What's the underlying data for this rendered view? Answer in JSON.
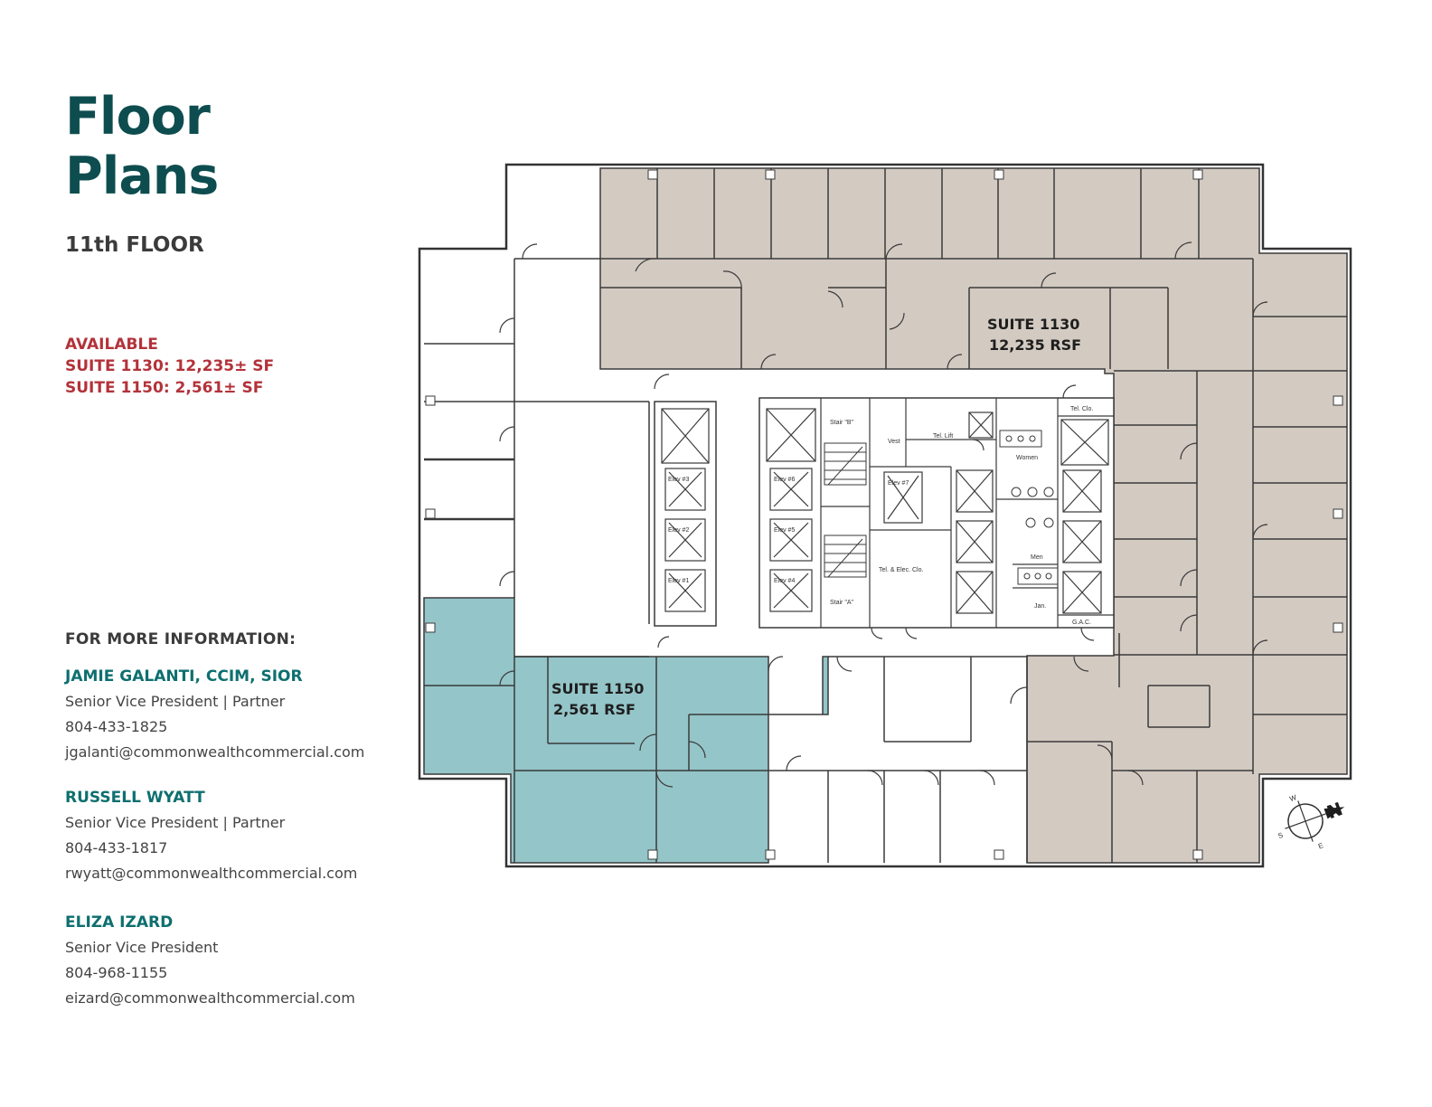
{
  "title_line1": "Floor",
  "title_line2": "Plans",
  "floor_label": "11th FLOOR",
  "availability": {
    "heading": "AVAILABLE",
    "items": [
      "SUITE 1130: 12,235± SF",
      "SUITE 1150: 2,561± SF"
    ]
  },
  "info_heading": "FOR MORE INFORMATION:",
  "contacts": [
    {
      "name": "JAMIE GALANTI, CCIM, SIOR",
      "title": "Senior Vice President | Partner",
      "phone": "804-433-1825",
      "email": "jgalanti@commonwealthcommercial.com"
    },
    {
      "name": "RUSSELL WYATT",
      "title": "Senior Vice President | Partner",
      "phone": "804-433-1817",
      "email": "rwyatt@commonwealthcommercial.com"
    },
    {
      "name": "ELIZA IZARD",
      "title": "Senior Vice President",
      "phone": "804-968-1155",
      "email": "eizard@commonwealthcommercial.com"
    }
  ],
  "plan": {
    "suite_1130": {
      "name": "SUITE 1130",
      "area": "12,235 RSF"
    },
    "suite_1150": {
      "name": "SUITE 1150",
      "area": "2,561 RSF"
    },
    "rooms": {
      "stair_b": "Stair \"B\"",
      "stair_a": "Stair \"A\"",
      "vest": "Vest",
      "tel_lift": "Tel. Lift",
      "women": "Women",
      "men": "Men",
      "jan": "Jan.",
      "tel_clo": "Tel. Clo.",
      "tel_elec": "Tel. & Elec. Clo.",
      "gac": "G.A.C.",
      "elev_l1": "Elev #3",
      "elev_l2": "Elev #2",
      "elev_l3": "Elev #1",
      "elev_m1": "Elev #6",
      "elev_m2": "Elev #5",
      "elev_m3": "Elev #4",
      "elev_c": "Elev #7"
    },
    "compass": {
      "w": "W",
      "s": "S",
      "e": "E",
      "n": "N"
    }
  },
  "colors": {
    "suite_1130": "#d3cac2",
    "suite_1150": "#94c5c8",
    "title": "#0e4d4f",
    "available": "#b3323a",
    "contact_name": "#0e6f6f"
  }
}
